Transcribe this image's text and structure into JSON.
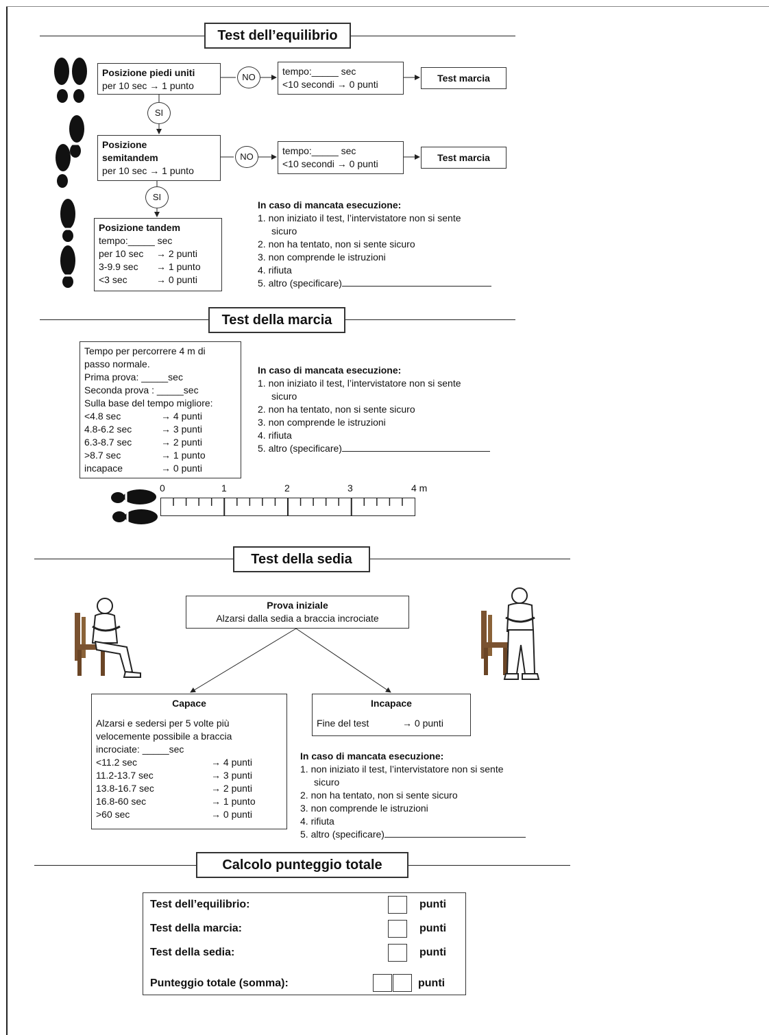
{
  "balance": {
    "title": "Test dell’equilibrio",
    "feet_box": {
      "line1": "Posizione piedi uniti",
      "line2": "per 10 sec  → 1 punto"
    },
    "semitandem_box": {
      "line1": "Posizione",
      "line2": "semitandem",
      "line3": "per 10 sec  → 1 punto"
    },
    "tandem_box": {
      "heading": "Posizione tandem",
      "tempo": "tempo:_____ sec",
      "rows": [
        {
          "a": "per 10 sec",
          "b": "→ 2 punti"
        },
        {
          "a": "3-9.9 sec",
          "b": "→ 1 punto"
        },
        {
          "a": "<3 sec",
          "b": "→ 0 punti"
        }
      ]
    },
    "no_label": "NO",
    "si_label": "SI",
    "fail_box": {
      "line1": "tempo:_____ sec",
      "line2": "<10 secondi  → 0 punti"
    },
    "next_box": "Test marcia",
    "failure": {
      "heading": "In caso di mancata esecuzione:",
      "items": [
        "1.  non iniziato il test, l’intervistatore non si sente",
        "sicuro",
        "2.  non ha tentato, non si sente sicuro",
        "3.  non comprende le istruzioni",
        "4.  rifiuta",
        "5.  altro (specificare)"
      ]
    }
  },
  "gait": {
    "title": "Test della marcia",
    "box": {
      "lines": [
        "Tempo per percorrere 4 m di",
        "passo normale.",
        "Prima prova: _____sec",
        "Seconda prova : _____sec",
        "Sulla base del tempo migliore:"
      ],
      "rows": [
        {
          "a": "<4.8 sec",
          "b": "→ 4 punti"
        },
        {
          "a": "4.8-6.2 sec",
          "b": "→ 3 punti"
        },
        {
          "a": "6.3-8.7 sec",
          "b": "→ 2 punti"
        },
        {
          "a": ">8.7 sec",
          "b": "→ 1 punto"
        },
        {
          "a": "incapace",
          "b": "→ 0 punti"
        }
      ]
    },
    "failure": {
      "heading": "In caso di mancata esecuzione:",
      "items": [
        "1.  non iniziato il test, l’intervistatore non si sente",
        "sicuro",
        "2.  non ha tentato, non si sente sicuro",
        "3.  non comprende le istruzioni",
        "4.  rifiuta",
        "5.  altro (specificare)"
      ]
    },
    "ruler_labels": [
      "0",
      "1",
      "2",
      "3",
      "4 m"
    ]
  },
  "chair": {
    "title": "Test della sedia",
    "initial": {
      "heading": "Prova iniziale",
      "text": "Alzarsi dalla sedia a braccia incrociate"
    },
    "capable": {
      "heading": "Capace",
      "lines": [
        "Alzarsi e sedersi per 5 volte più",
        "velocemente possibile a braccia",
        "incrociate: _____sec"
      ],
      "rows": [
        {
          "a": "<11.2 sec",
          "b": "→ 4 punti"
        },
        {
          "a": "11.2-13.7 sec",
          "b": "→ 3 punti"
        },
        {
          "a": "13.8-16.7 sec",
          "b": "→ 2 punti"
        },
        {
          "a": "16.8-60 sec",
          "b": "→ 1 punto"
        },
        {
          "a": ">60 sec",
          "b": "→ 0 punti"
        }
      ]
    },
    "incapable": {
      "heading": "Incapace",
      "a": "Fine del test",
      "b": "→ 0 punti"
    },
    "failure": {
      "heading": "In caso di mancata esecuzione:",
      "items": [
        "1.  non iniziato il test,  l’intervistatore non si sente",
        "sicuro",
        "2.  non ha tentato, non si sente sicuro",
        "3.  non comprende le istruzioni",
        "4.  rifiuta",
        "5.  altro (specificare)"
      ]
    }
  },
  "total": {
    "title": "Calcolo punteggio totale",
    "rows": [
      {
        "label": "Test dell’equilibrio:",
        "unit": "punti"
      },
      {
        "label": "Test della marcia:",
        "unit": "punti"
      },
      {
        "label": "Test della sedia:",
        "unit": "punti"
      },
      {
        "label": "Punteggio totale (somma):",
        "unit": "punti"
      }
    ]
  }
}
